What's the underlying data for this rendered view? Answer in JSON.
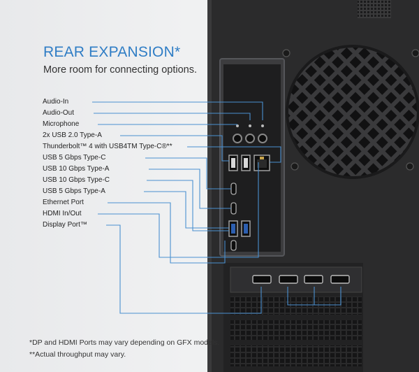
{
  "header": {
    "title": "REAR EXPANSION*",
    "subtitle": "More room for connecting options."
  },
  "ports": [
    {
      "label": "Audio-In"
    },
    {
      "label": "Audio-Out"
    },
    {
      "label": "Microphone"
    },
    {
      "label": "2x USB 2.0 Type-A"
    },
    {
      "label": "Thunderbolt™ 4 with USB4TM Type-C®**"
    },
    {
      "label": "USB 5 Gbps Type-C"
    },
    {
      "label": "USB 10 Gbps Type-A"
    },
    {
      "label": "USB 10 Gbps Type-C"
    },
    {
      "label": "USB 5 Gbps Type-A"
    },
    {
      "label": "Ethernet Port"
    },
    {
      "label": "HDMI In/Out"
    },
    {
      "label": "Display Port™"
    }
  ],
  "footnotes": {
    "note1": "*DP and HDMI Ports may vary depending on GFX models.",
    "note2": "**Actual throughput may vary."
  },
  "colors": {
    "accent": "#2f7dc5",
    "leader_line": "#4a90d0",
    "chassis": "#2b2b2c",
    "panel": "#1e1e1f"
  }
}
